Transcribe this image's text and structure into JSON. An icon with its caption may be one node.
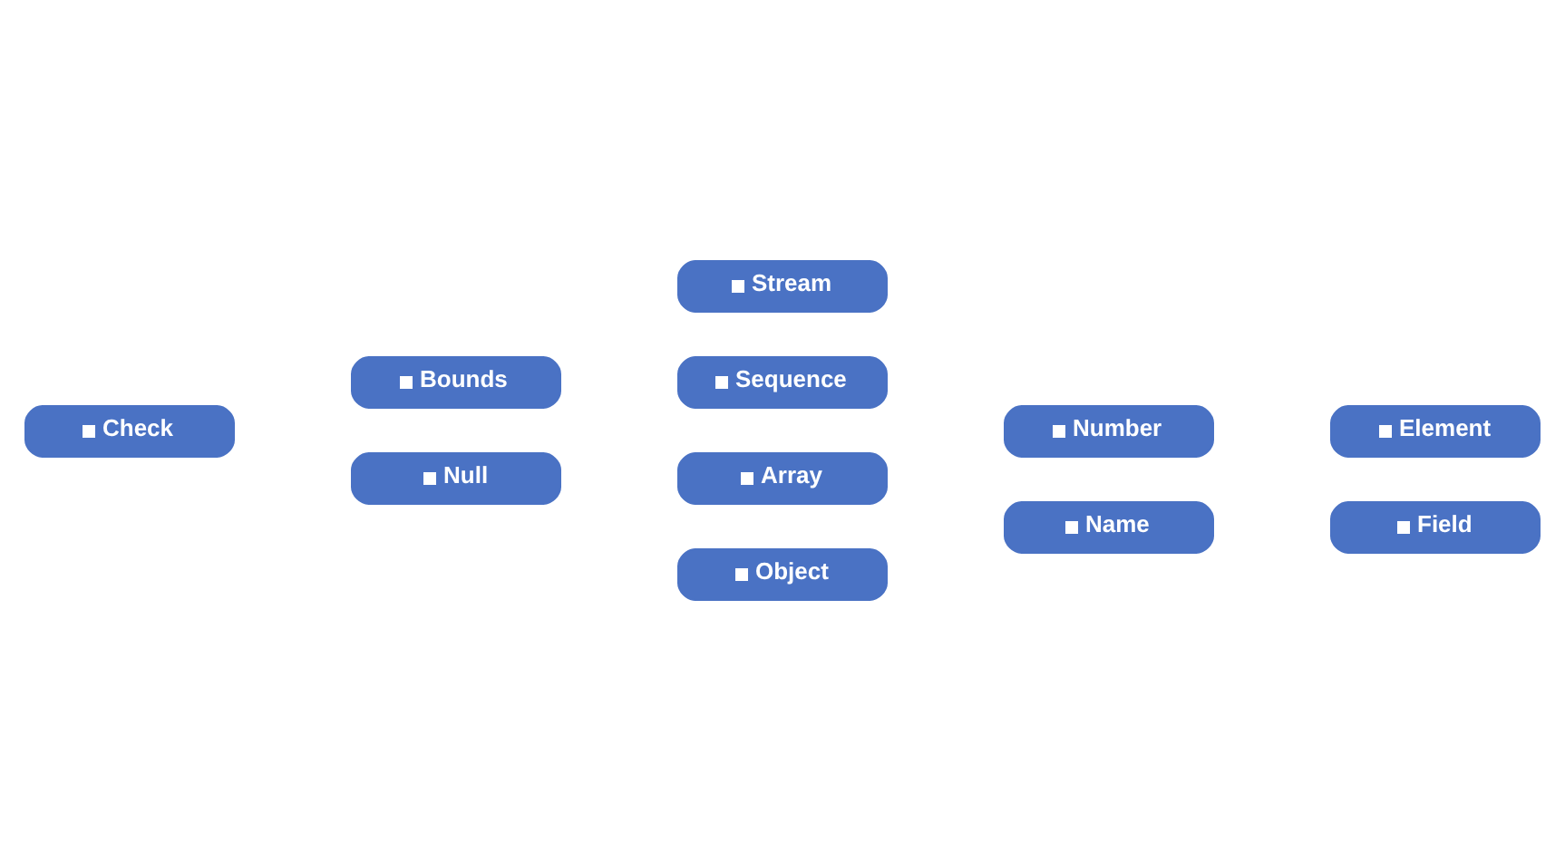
{
  "diagram": {
    "nodes": [
      {
        "text": [
          "Stream"
        ]
      },
      {
        "text": [
          "Sequence"
        ]
      },
      {
        "text": [
          "Bounds"
        ]
      },
      {
        "text": [
          "Check"
        ]
      },
      {
        "text": [
          "Array"
        ]
      },
      {
        "text": [
          "Element"
        ]
      },
      {
        "text": [
          "Number"
        ]
      },
      {
        "text": [
          "Null"
        ]
      },
      {
        "text": [
          "Name"
        ]
      },
      {
        "text": [
          "Object"
        ]
      },
      {
        "text": [
          "Field"
        ]
      }
    ]
  }
}
